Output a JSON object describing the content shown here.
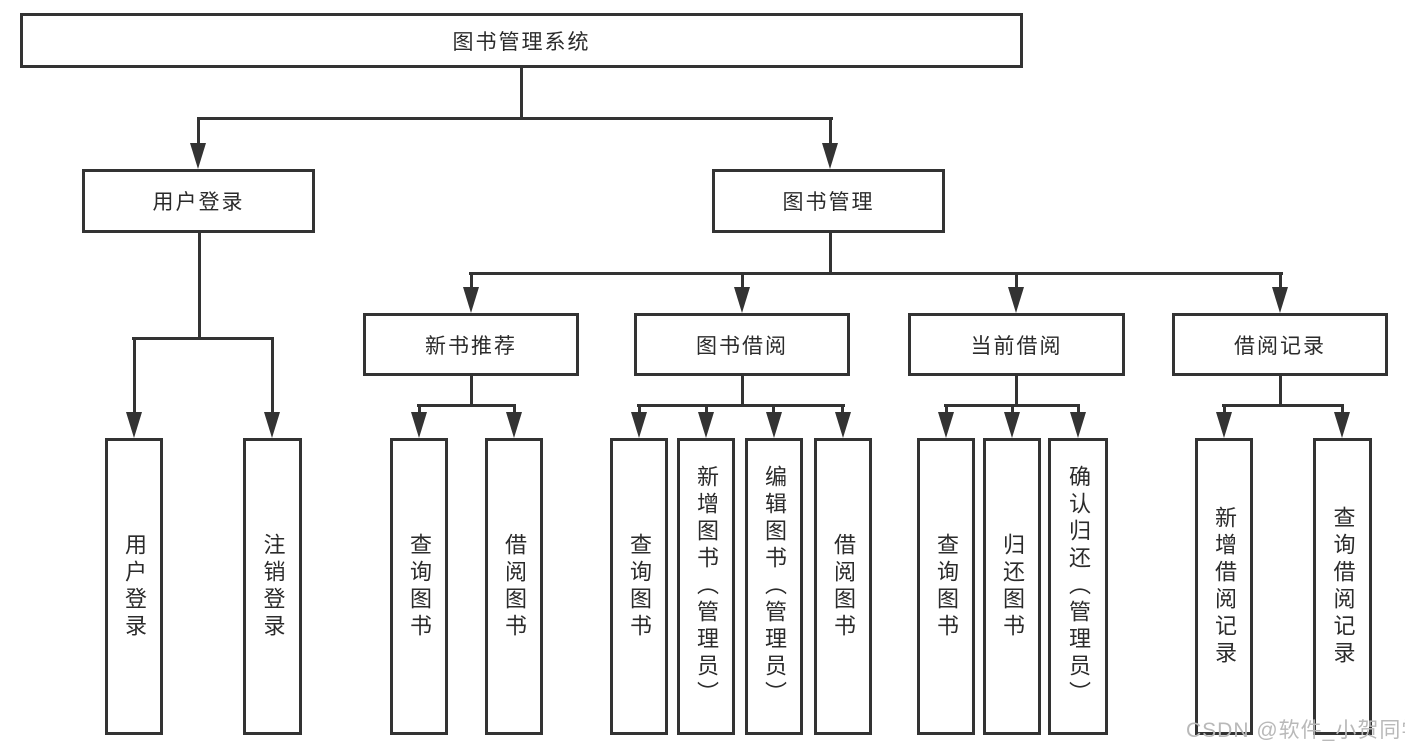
{
  "diagram": {
    "title_node": {
      "label": "图书管理系统"
    },
    "level2": [
      {
        "label": "用户登录"
      },
      {
        "label": "图书管理"
      }
    ],
    "level3": [
      {
        "label": "新书推荐"
      },
      {
        "label": "图书借阅"
      },
      {
        "label": "当前借阅"
      },
      {
        "label": "借阅记录"
      }
    ],
    "leaves": {
      "user_login": [
        "用户登录",
        "注销登录"
      ],
      "new_book": [
        "查询图书",
        "借阅图书"
      ],
      "book_borrow": [
        "查询图书",
        "新增图书（管理员）",
        "编辑图书（管理员）",
        "借阅图书"
      ],
      "current_borrow": [
        "查询图书",
        "归还图书",
        "确认归还（管理员）"
      ],
      "borrow_record": [
        "新增借阅记录",
        "查询借阅记录"
      ]
    }
  },
  "watermark": {
    "text": "CSDN @软件_小贺同学"
  },
  "colors": {
    "line": "#333333",
    "text": "#2b2b2b",
    "watermark": "#b9b9b9",
    "background": "#ffffff"
  }
}
